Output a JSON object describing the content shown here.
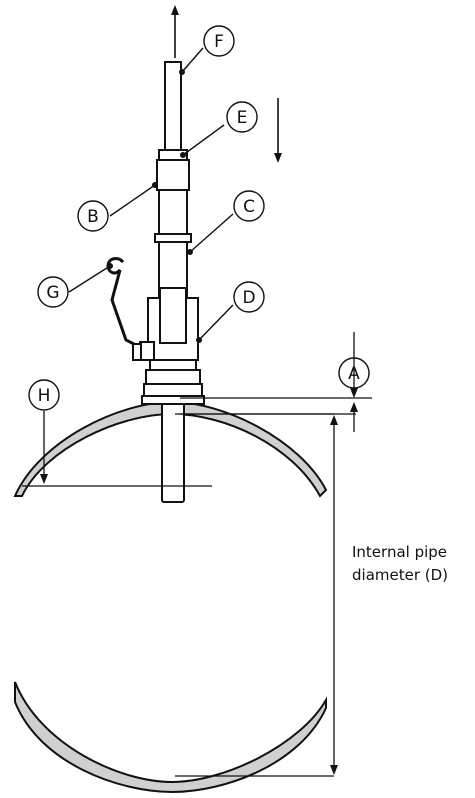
{
  "callouts": {
    "A": "A",
    "B": "B",
    "C": "C",
    "D": "D",
    "E": "E",
    "F": "F",
    "G": "G",
    "H": "H"
  },
  "dimension_label": {
    "line1": "Internal pipe",
    "line2": "diameter (D)"
  },
  "colors": {
    "pipe_wall_fill": "#d0d0d0",
    "stroke": "#111111"
  }
}
